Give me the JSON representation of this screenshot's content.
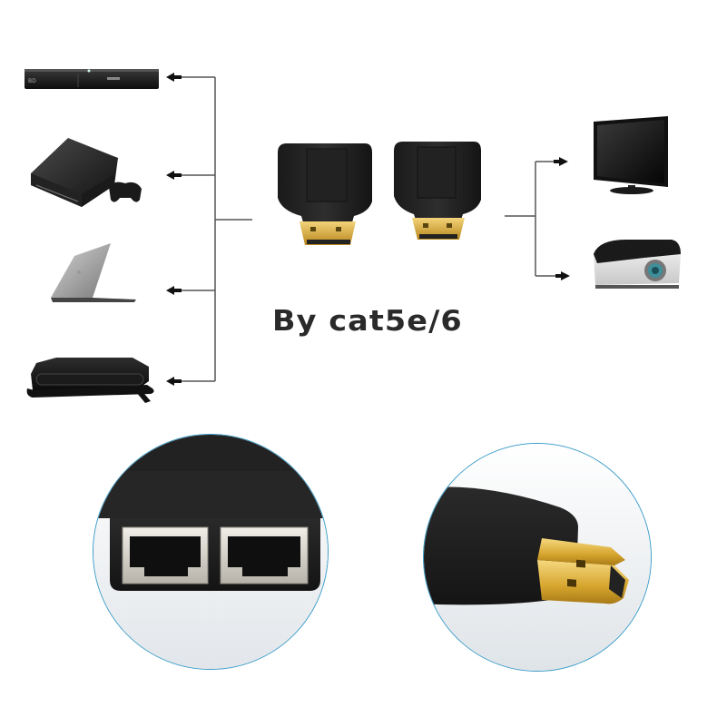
{
  "diagram": {
    "caption": "By cat5e/6",
    "sources": [
      {
        "id": "bluray-player",
        "label": "Blu-ray player",
        "icon": "bluray-player-icon"
      },
      {
        "id": "game-console",
        "label": "Game console with controller",
        "icon": "game-console-icon"
      },
      {
        "id": "laptop",
        "label": "Laptop",
        "icon": "laptop-icon"
      },
      {
        "id": "set-top-box",
        "label": "Set-top box / receiver",
        "icon": "set-top-box-icon"
      }
    ],
    "center": {
      "label": "HDMI to RJ45 extender pair",
      "units": 2
    },
    "outputs": [
      {
        "id": "tv",
        "label": "Flat-screen TV",
        "icon": "tv-icon"
      },
      {
        "id": "projector",
        "label": "Projector",
        "icon": "projector-icon"
      }
    ],
    "details": [
      {
        "id": "rj45-ports",
        "label": "Dual RJ45 ports"
      },
      {
        "id": "hdmi-plug",
        "label": "Gold-plated HDMI male plug"
      }
    ],
    "colors": {
      "connector_line": "#555555",
      "device_body": "#1c1c1c",
      "gold": "#d4a530",
      "circle_border": "#3a9cc8",
      "caption": "#2a2a2a"
    }
  }
}
